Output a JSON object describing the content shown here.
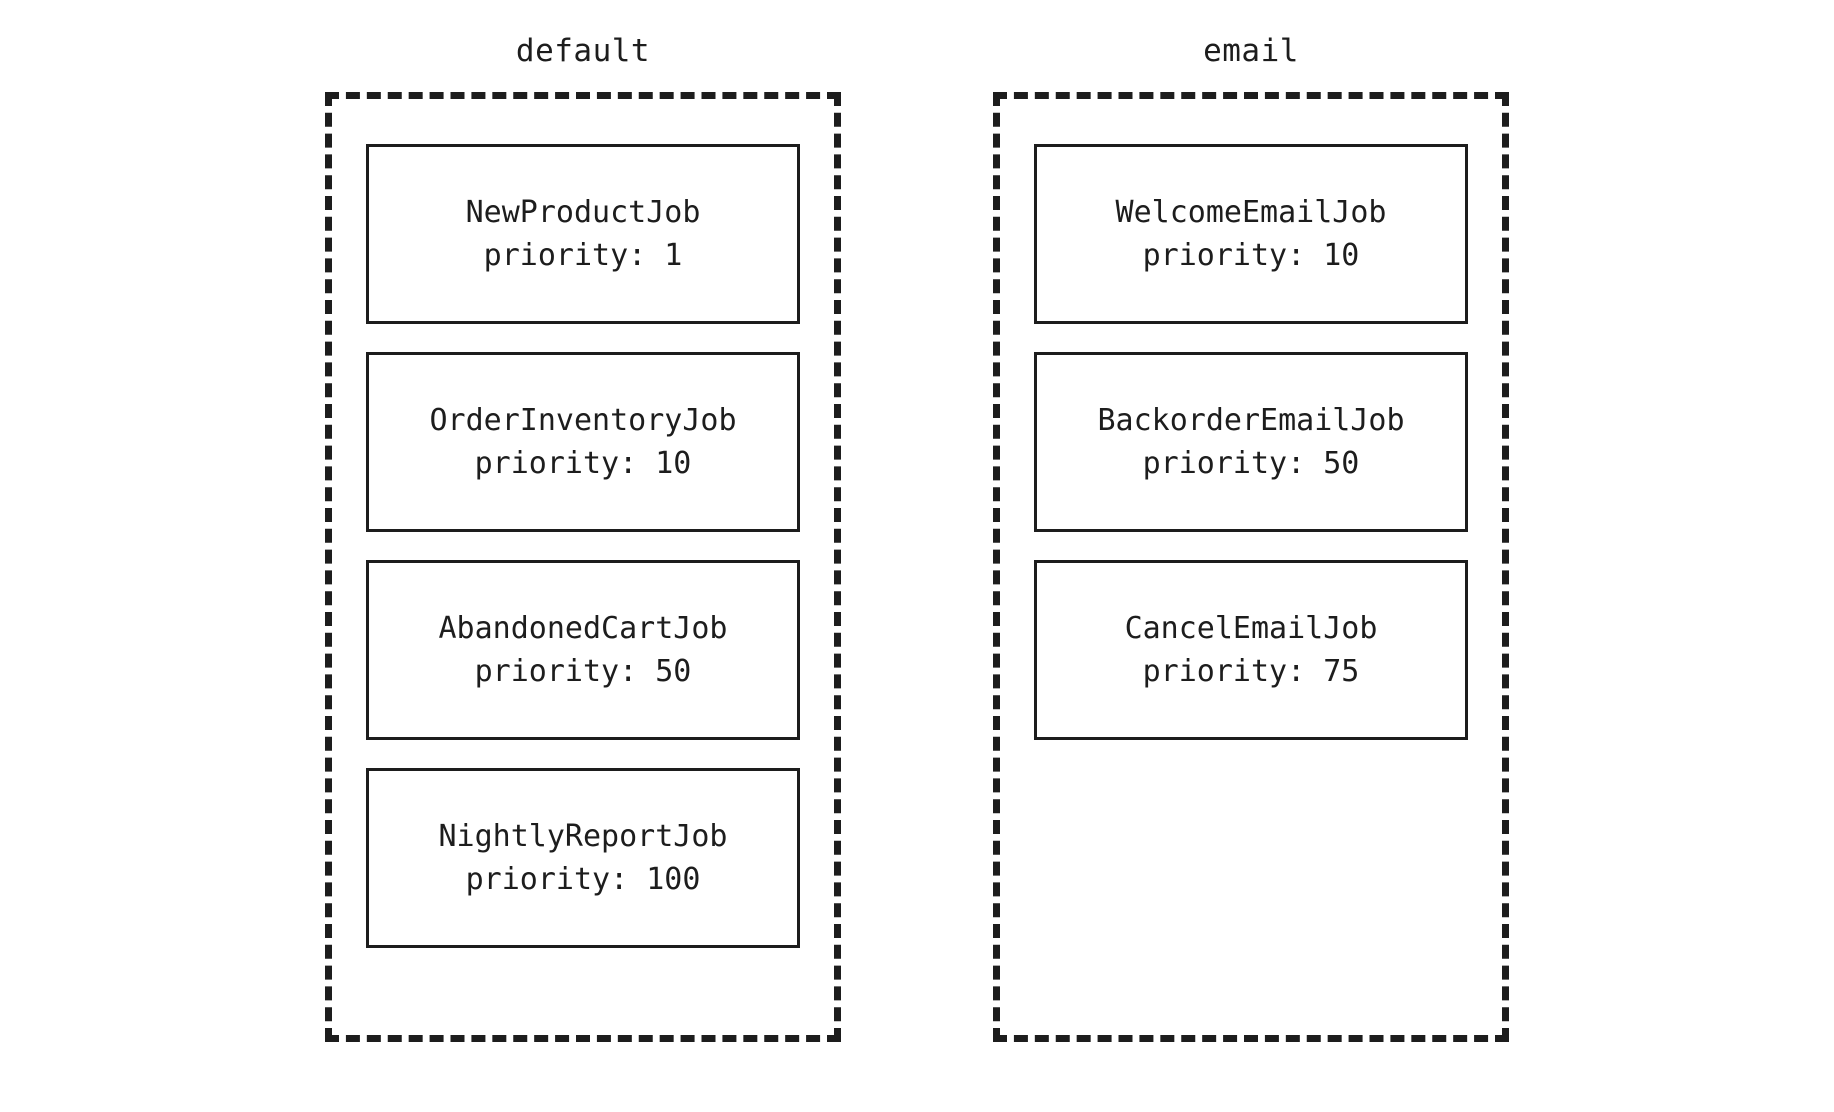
{
  "diagram": {
    "type": "queue-job-diagram",
    "priority_label_prefix": "priority: ",
    "queues": [
      {
        "name": "default",
        "jobs": [
          {
            "name": "NewProductJob",
            "priority": 1,
            "priority_text": "priority: 1"
          },
          {
            "name": "OrderInventoryJob",
            "priority": 10,
            "priority_text": "priority: 10"
          },
          {
            "name": "AbandonedCartJob",
            "priority": 50,
            "priority_text": "priority: 50"
          },
          {
            "name": "NightlyReportJob",
            "priority": 100,
            "priority_text": "priority: 100"
          }
        ]
      },
      {
        "name": "email",
        "jobs": [
          {
            "name": "WelcomeEmailJob",
            "priority": 10,
            "priority_text": "priority: 10"
          },
          {
            "name": "BackorderEmailJob",
            "priority": 50,
            "priority_text": "priority: 50"
          },
          {
            "name": "CancelEmailJob",
            "priority": 75,
            "priority_text": "priority: 75"
          }
        ]
      }
    ],
    "colors": {
      "background": "#ffffff",
      "stroke": "#1d1d1d",
      "text": "#1d1d1d"
    }
  }
}
